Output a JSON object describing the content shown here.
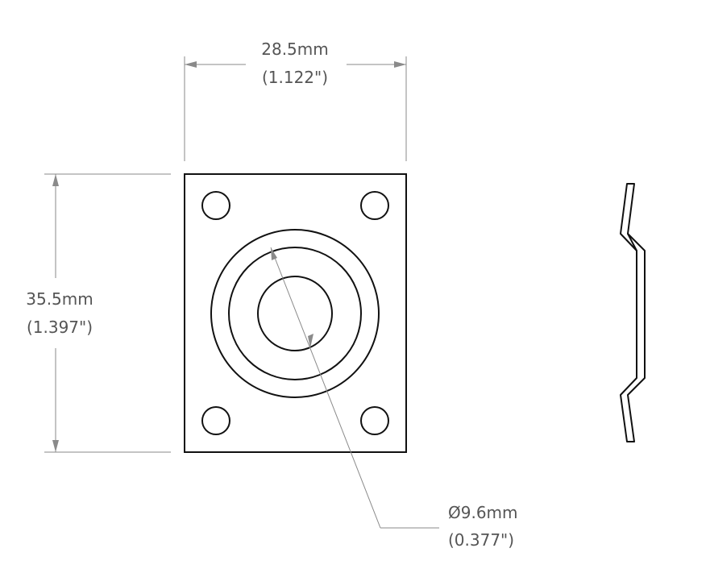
{
  "dimensions": {
    "width": {
      "metric": "28.5mm",
      "imperial": "(1.122\")"
    },
    "height": {
      "metric": "35.5mm",
      "imperial": "(1.397\")"
    },
    "hole_diameter": {
      "metric": "Ø9.6mm",
      "imperial": "(0.377\")"
    }
  },
  "colors": {
    "part_outline": "#111111",
    "dimension_lines": "#8a8a8a",
    "dimension_text": "#555555",
    "background": "#ffffff"
  }
}
